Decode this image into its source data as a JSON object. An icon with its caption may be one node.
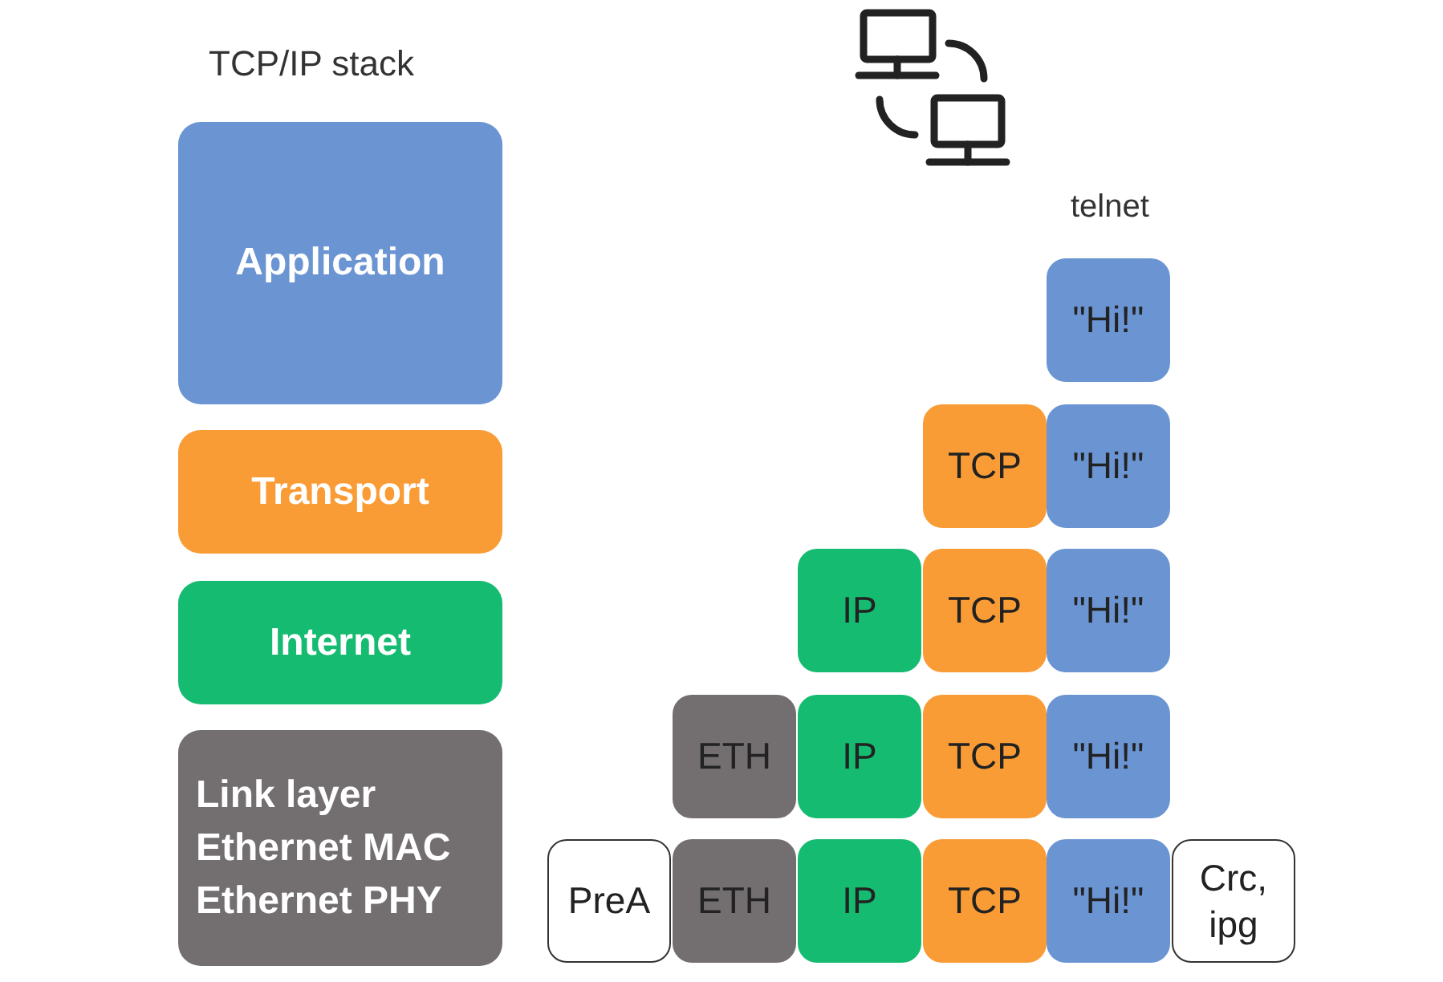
{
  "diagram": {
    "nodes": [
      {
        "text": [
          "Application"
        ]
      },
      {
        "text": [
          "Transport"
        ]
      },
      {
        "text": [
          "Internet"
        ]
      },
      {
        "text": [
          "Link layer",
          "Ethernet MAC",
          "Ethernet PHY"
        ]
      },
      {
        "text": [
          "\"Hi!\""
        ]
      },
      {
        "text": [
          "TCP"
        ]
      },
      {
        "text": [
          "\"Hi!\""
        ]
      },
      {
        "text": [
          "IP"
        ]
      },
      {
        "text": [
          "TCP"
        ]
      },
      {
        "text": [
          "\"Hi!\""
        ]
      },
      {
        "text": [
          "ETH"
        ]
      },
      {
        "text": [
          "IP"
        ]
      },
      {
        "text": [
          "TCP"
        ]
      },
      {
        "text": [
          "\"Hi!\""
        ]
      },
      {
        "text": [
          "PreA"
        ]
      },
      {
        "text": [
          "ETH"
        ]
      },
      {
        "text": [
          "IP"
        ]
      },
      {
        "text": [
          "TCP"
        ]
      },
      {
        "text": [
          "\"Hi!\""
        ]
      },
      {
        "text": [
          "Crc, ipg"
        ]
      }
    ],
    "labels": [
      "TCP/IP stack",
      "telnet"
    ]
  }
}
